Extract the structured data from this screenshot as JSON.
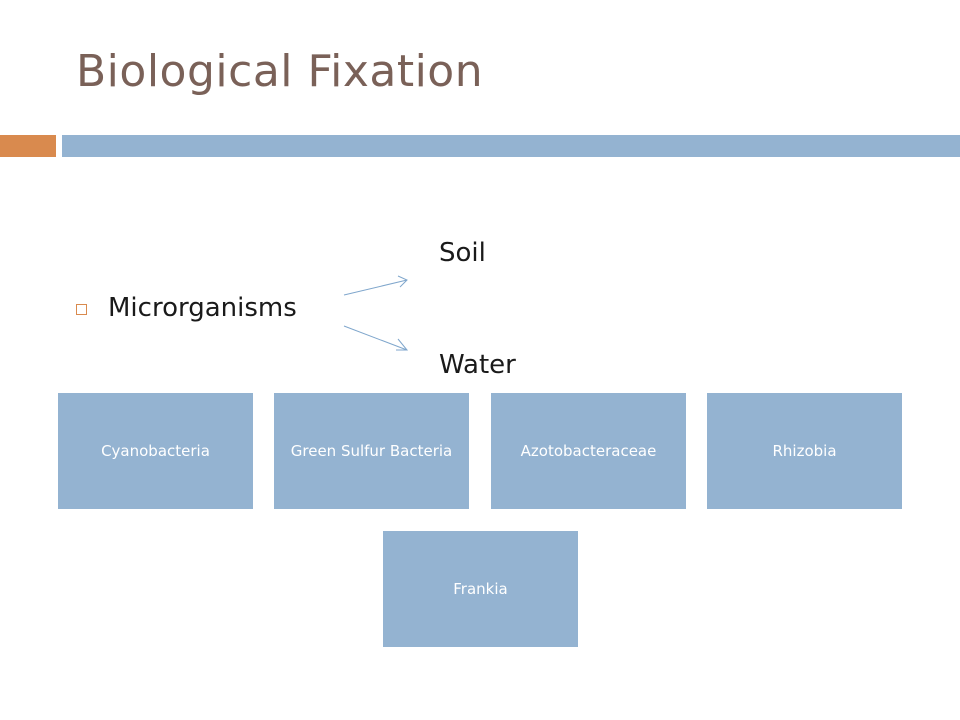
{
  "slide": {
    "title": "Biological Fixation",
    "bullet": "Microrganisms",
    "soil_label": "Soil",
    "water_label": "Water",
    "organisms": [
      "Cyanobacteria",
      "Green Sulfur Bacteria",
      "Azotobacteraceae",
      "Rhizobia",
      "Frankia"
    ],
    "colors": {
      "title": "#7a6158",
      "accent": "#d98a4e",
      "rule": "#94b3d1",
      "box_fill": "#94b3d1",
      "arrow": "#7fa6cc"
    }
  }
}
